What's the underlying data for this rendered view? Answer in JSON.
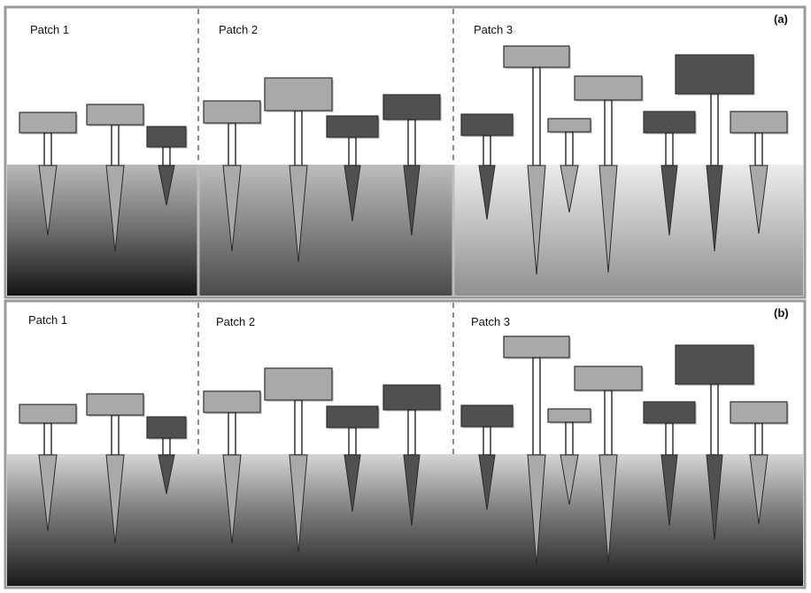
{
  "panels": [
    {
      "tag": "(a)",
      "patches": [
        {
          "label": "Patch 1",
          "soil": "dark"
        },
        {
          "label": "Patch 2",
          "soil": "medium"
        },
        {
          "label": "Patch 3",
          "soil": "light"
        }
      ]
    },
    {
      "tag": "(b)",
      "patches": [
        {
          "label": "Patch 1",
          "soil": "dark"
        },
        {
          "label": "Patch 2",
          "soil": "dark"
        },
        {
          "label": "Patch 3",
          "soil": "dark"
        }
      ]
    }
  ],
  "colors": {
    "light_plant": "#a9a9a9",
    "dark_plant": "#505050",
    "stem": "#ffffff",
    "border": "#9a9a9a",
    "divider": "#8a8a8a"
  }
}
